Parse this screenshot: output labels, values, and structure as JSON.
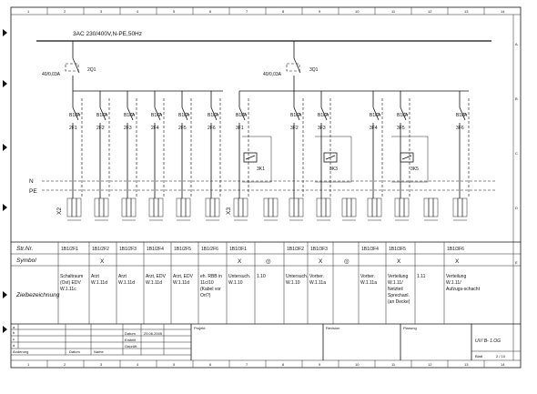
{
  "supply": {
    "label": "3AC 230/400V,N-PE,50Hz"
  },
  "columns_top": [
    "1",
    "2",
    "3",
    "4",
    "5",
    "6",
    "7",
    "8",
    "9",
    "10",
    "11",
    "12",
    "13",
    "14"
  ],
  "rows_right": [
    "A",
    "B",
    "C",
    "D",
    "E"
  ],
  "main_breakers": [
    {
      "rating": "40/0,03A",
      "id": "2Q1"
    },
    {
      "rating": "40/0,03A",
      "id": "3Q1"
    }
  ],
  "breakers": [
    {
      "rating": "B10A",
      "id": "2F1"
    },
    {
      "rating": "B16A",
      "id": "2F2"
    },
    {
      "rating": "B16A",
      "id": "2F3"
    },
    {
      "rating": "B16A",
      "id": "2F4"
    },
    {
      "rating": "B16A",
      "id": "2F5"
    },
    {
      "rating": "B16A",
      "id": "2F6"
    },
    {
      "rating": "B10A",
      "id": "3F1"
    },
    {
      "rating": "B16A",
      "id": "3F2"
    },
    {
      "rating": "B16A",
      "id": "3F3"
    },
    {
      "rating": "B16A",
      "id": "3F4"
    },
    {
      "rating": "B16A",
      "id": "3F5"
    },
    {
      "rating": "B10A",
      "id": "3F6"
    }
  ],
  "contactors": [
    "3K1",
    "3K3",
    "3K5"
  ],
  "bus_labels": {
    "n": "N",
    "pe": "PE"
  },
  "terminal_strips": {
    "x2": "X2",
    "x3": "X3"
  },
  "table": {
    "row_labels": {
      "str": "Str.Nr.",
      "symbol": "Symbol",
      "ziel": "Zielbezeichnung"
    },
    "str_nr": [
      "1B1/2F1",
      "1B1/2F2",
      "1B1/2F3",
      "1B1/2F4",
      "1B1/2F5",
      "1B1/2F6",
      "1B1/3F1",
      "",
      "1B1/3F2",
      "1B1/3F3",
      "",
      "1B1/3F4",
      "1B1/3F5",
      "",
      "1B1/3F6"
    ],
    "symbols": [
      "",
      "X",
      "",
      "",
      "",
      "",
      "X",
      "◎",
      "",
      "X",
      "◎",
      "",
      "X",
      "",
      "X"
    ],
    "ziel": [
      "Schaltraum (Ost) EDV W.1.11c",
      "Arzt W.1.11d",
      "Arzt W.1.11d",
      "Arzt, EDV W.1.11d",
      "Arzt, EDV W.1.11d",
      "eh. RBB in 11c/10 (Kabel vor Ort?)",
      "Untersuch. W.1.10",
      "1.10",
      "Untersuch. W.1.10",
      "Vorber. W.1.11a",
      "",
      "Vorber. W.1.11a",
      "Verteilung W.1.11/ Netzteil Sprechanl. (an Decke)",
      "1.11",
      "Verteilung W.1.11/ Aufzugs-schacht"
    ]
  },
  "title_block": {
    "row_letters": [
      "a",
      "b",
      "c",
      "d"
    ],
    "aenderung": "Änderung",
    "datum": "Datum",
    "name": "Name",
    "datum_label": "Datum",
    "datum_value": "29.06.2005",
    "erstellt": "Erstellt",
    "geprueft": "Geprüft",
    "projekt": "Projekt",
    "revision": "Revision",
    "planung": "Planung",
    "drawing": "UV/ B- 1.OG",
    "blatt": "Blatt",
    "blatt_value": "2 / 10"
  }
}
